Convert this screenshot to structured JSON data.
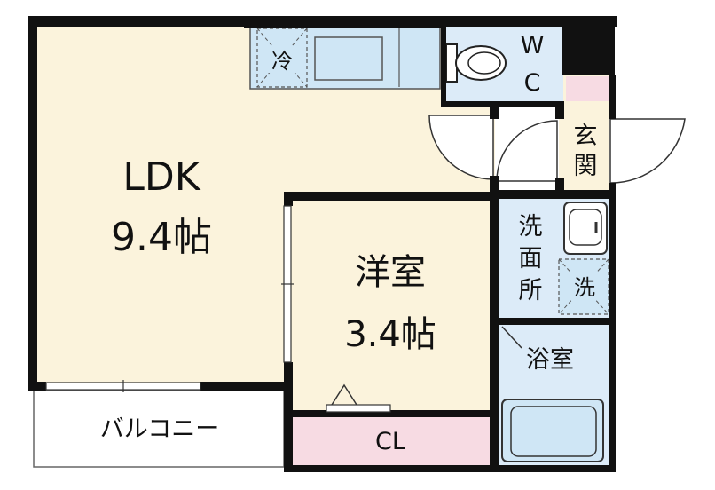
{
  "rooms": {
    "ldk": {
      "name": "LDK",
      "size": "9.4帖"
    },
    "western": {
      "name": "洋室",
      "size": "3.4帖"
    },
    "balcony": "バルコニー",
    "closet": "CL",
    "wc": {
      "line1": "W",
      "line2": "C"
    },
    "entrance": {
      "line1": "玄",
      "line2": "関"
    },
    "washroom": {
      "line1": "洗",
      "line2": "面",
      "line3": "所"
    },
    "bath": "浴室"
  },
  "fixtures": {
    "fridge": "冷",
    "washer": "洗"
  },
  "colors": {
    "wall": "#111111",
    "floor_wood": "#fbf3dc",
    "wet_area": "#dcebf8",
    "fixture_blue": "#cfe6f5",
    "closet_pink": "#f7dbe3",
    "balcony": "#ffffff"
  }
}
